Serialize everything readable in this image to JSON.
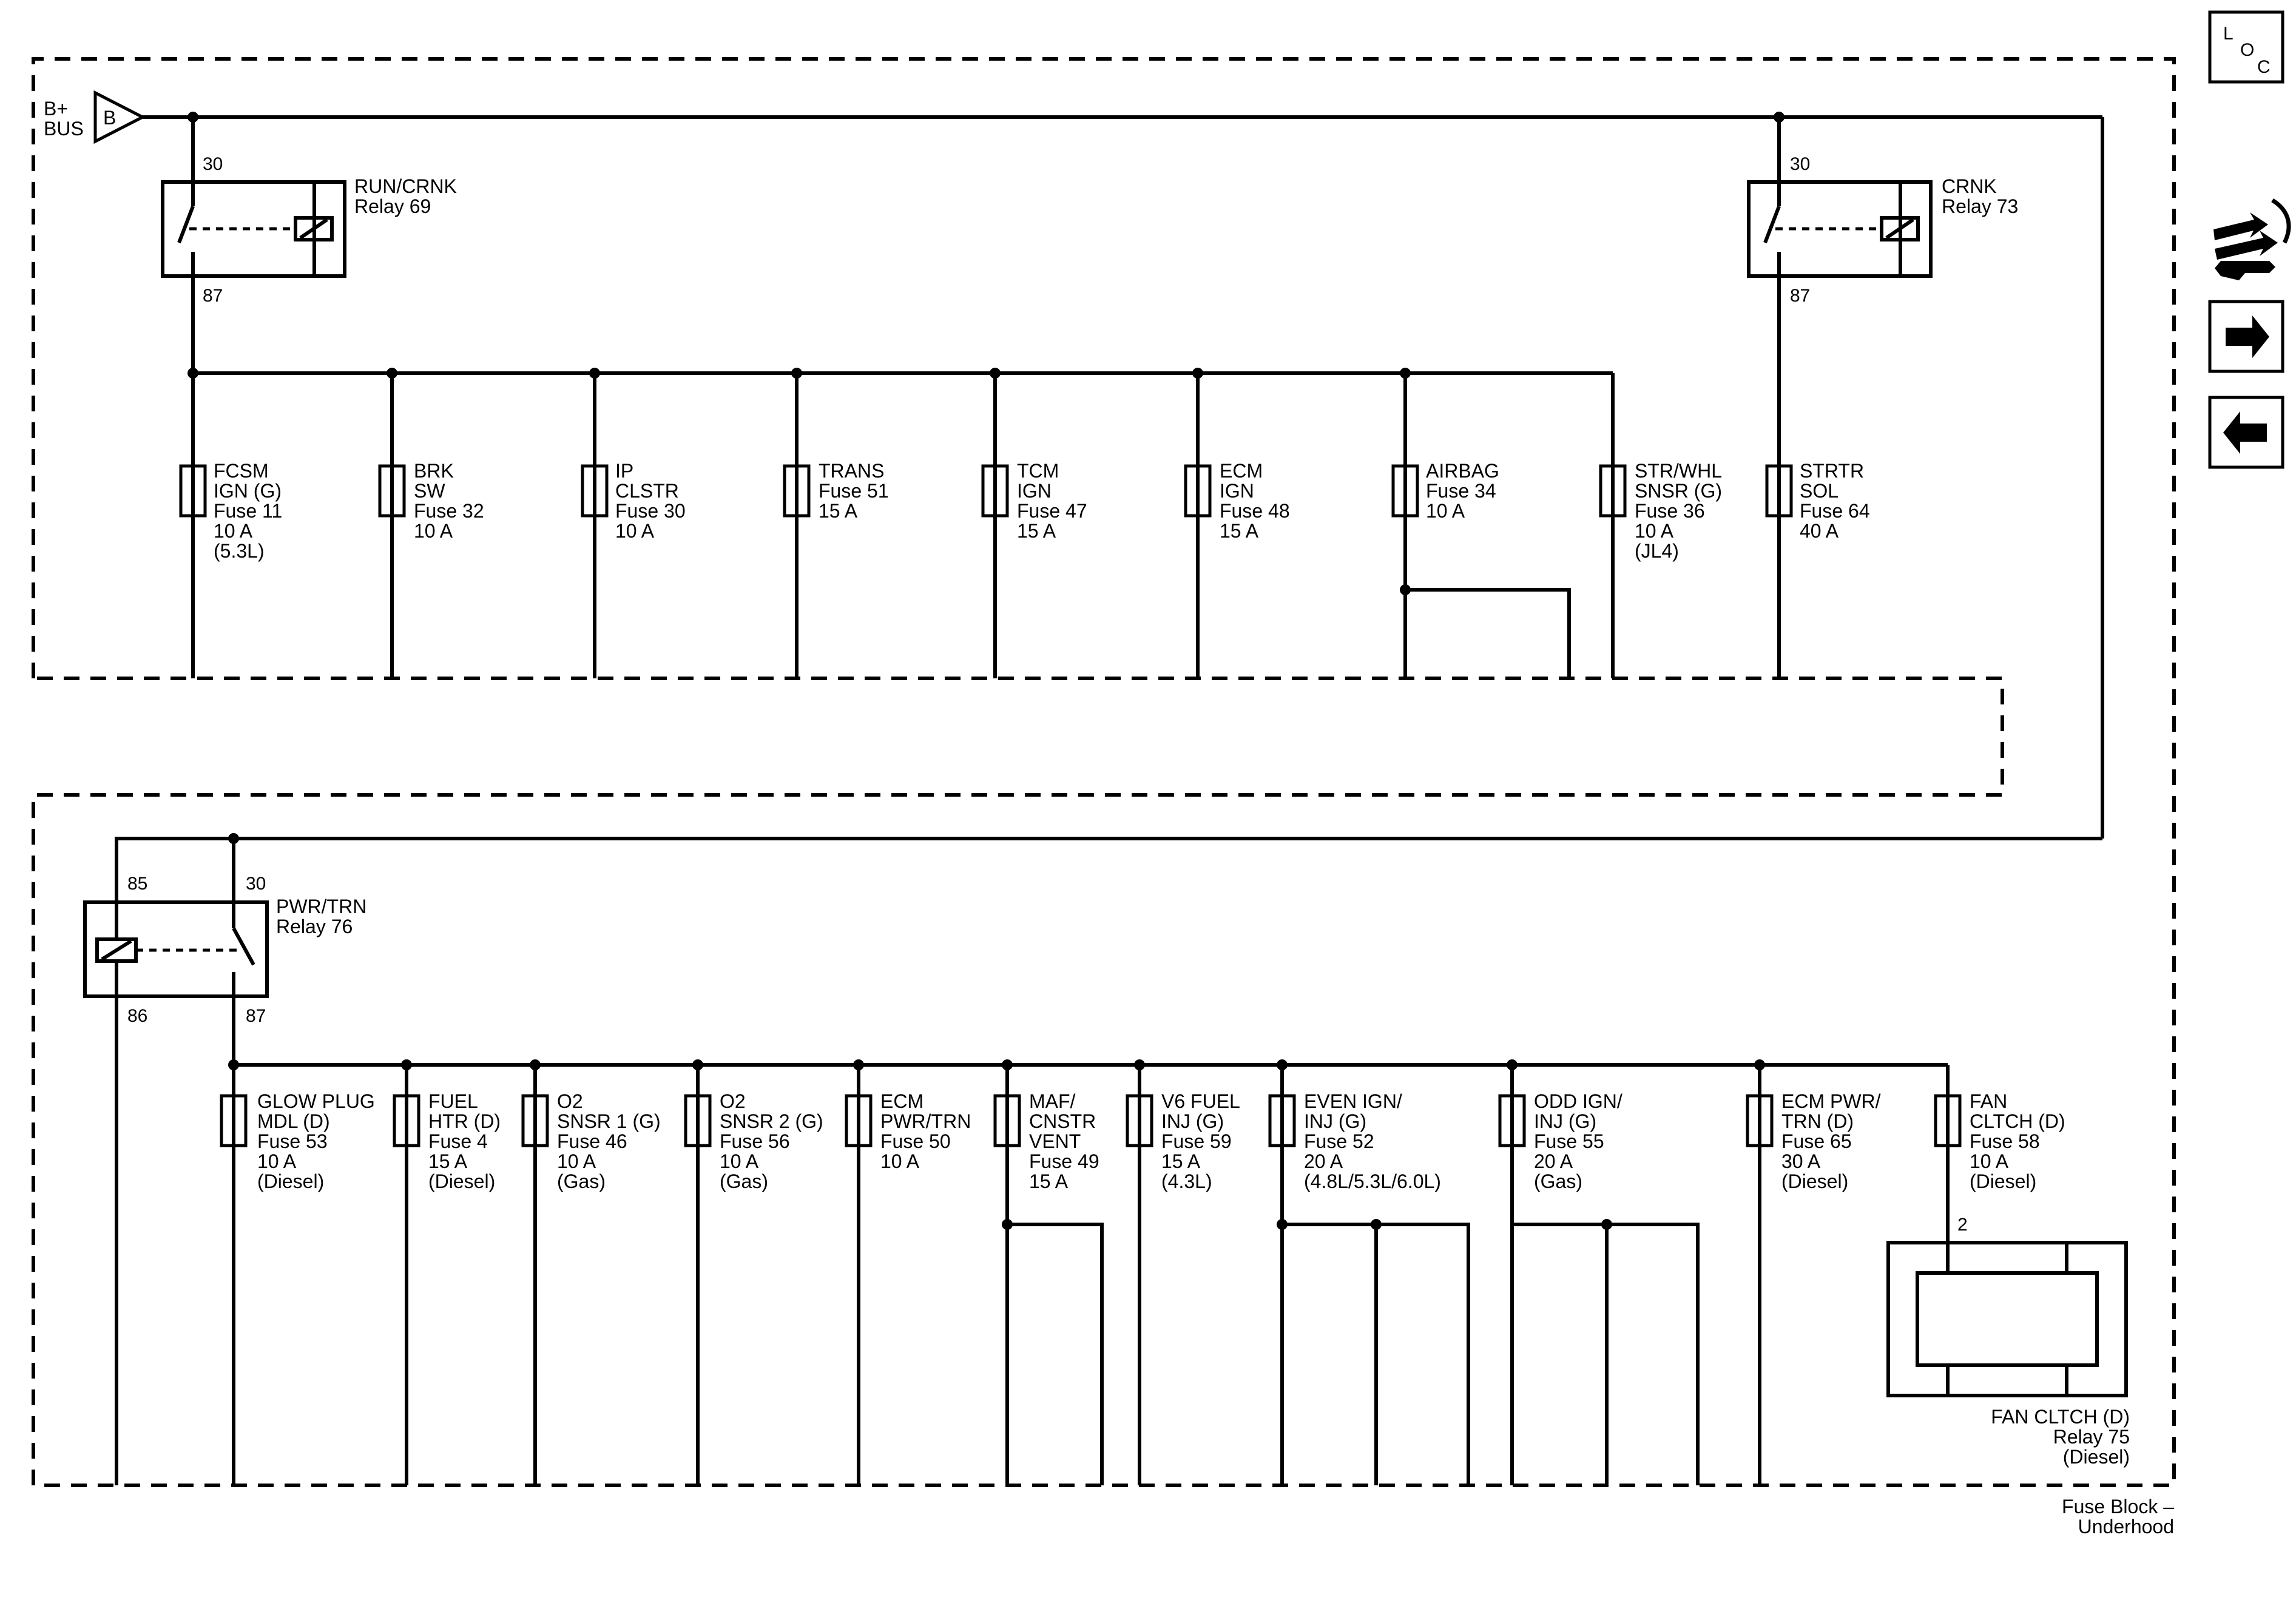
{
  "source": {
    "label_line1": "B+",
    "label_line2": "BUS",
    "terminal": "B"
  },
  "relays": [
    {
      "id": "run-crnk",
      "name": "RUN/CRNK",
      "number": "Relay 69",
      "pin_top": "30",
      "pin_bottom": "87"
    },
    {
      "id": "crnk",
      "name": "CRNK",
      "number": "Relay 73",
      "pin_top": "30",
      "pin_bottom": "87"
    },
    {
      "id": "pwr-trn",
      "name": "PWR/TRN",
      "number": "Relay 76",
      "pin_85": "85",
      "pin_30": "30",
      "pin_86": "86",
      "pin_87": "87"
    }
  ],
  "fuses_top": [
    {
      "id": "fcsm",
      "lines": [
        "FCSM",
        "IGN (G)",
        "Fuse 11",
        "10 A",
        "(5.3L)"
      ]
    },
    {
      "id": "brk",
      "lines": [
        "BRK",
        "SW",
        "Fuse 32",
        "10 A"
      ]
    },
    {
      "id": "ip",
      "lines": [
        "IP",
        "CLSTR",
        "Fuse 30",
        "10 A"
      ]
    },
    {
      "id": "trans",
      "lines": [
        "TRANS",
        "Fuse 51",
        "15 A"
      ]
    },
    {
      "id": "tcm",
      "lines": [
        "TCM",
        "IGN",
        "Fuse 47",
        "15 A"
      ]
    },
    {
      "id": "ecm",
      "lines": [
        "ECM",
        "IGN",
        "Fuse 48",
        "15 A"
      ]
    },
    {
      "id": "airbag",
      "lines": [
        "AIRBAG",
        "Fuse 34",
        "10 A"
      ]
    },
    {
      "id": "strwhl",
      "lines": [
        "STR/WHL",
        "SNSR (G)",
        "Fuse 36",
        "10 A",
        "(JL4)"
      ]
    },
    {
      "id": "strtr",
      "lines": [
        "STRTR",
        "SOL",
        "Fuse 64",
        "40 A"
      ]
    }
  ],
  "fuses_bottom": [
    {
      "id": "glow",
      "lines": [
        "GLOW PLUG",
        "MDL (D)",
        "Fuse 53",
        "10 A",
        "(Diesel)"
      ]
    },
    {
      "id": "fuelhtr",
      "lines": [
        "FUEL",
        "HTR (D)",
        "Fuse 4",
        "15 A",
        "(Diesel)"
      ]
    },
    {
      "id": "o2s1",
      "lines": [
        "O2",
        "SNSR 1 (G)",
        "Fuse 46",
        "10 A",
        "(Gas)"
      ]
    },
    {
      "id": "o2s2",
      "lines": [
        "O2",
        "SNSR 2 (G)",
        "Fuse 56",
        "10 A",
        "(Gas)"
      ]
    },
    {
      "id": "ecmpwr",
      "lines": [
        "ECM",
        "PWR/TRN",
        "Fuse 50",
        "10 A"
      ]
    },
    {
      "id": "maf",
      "lines": [
        "MAF/",
        "CNSTR",
        "VENT",
        "Fuse 49",
        "15 A"
      ]
    },
    {
      "id": "v6fuel",
      "lines": [
        "V6 FUEL",
        "INJ (G)",
        "Fuse 59",
        "15 A",
        "(4.3L)"
      ]
    },
    {
      "id": "evenign",
      "lines": [
        "EVEN IGN/",
        "INJ (G)",
        "Fuse 52",
        "20 A",
        "(4.8L/5.3L/6.0L)"
      ]
    },
    {
      "id": "oddign",
      "lines": [
        "ODD IGN/",
        "INJ (G)",
        "Fuse 55",
        "20 A",
        "(Gas)"
      ]
    },
    {
      "id": "ecmpwrtrn",
      "lines": [
        "ECM PWR/",
        "TRN (D)",
        "Fuse 65",
        "30 A",
        "(Diesel)"
      ]
    },
    {
      "id": "fanclutch",
      "lines": [
        "FAN",
        "CLTCH (D)",
        "Fuse 58",
        "10 A",
        "(Diesel)"
      ]
    }
  ],
  "fan_relay": {
    "pin": "2",
    "lines": [
      "FAN CLTCH (D)",
      "Relay 75",
      "(Diesel)"
    ]
  },
  "fuse_block": {
    "lines": [
      "Fuse Block –",
      "Underhood"
    ]
  },
  "loc": {
    "l": "L",
    "o": "O",
    "c": "C"
  }
}
